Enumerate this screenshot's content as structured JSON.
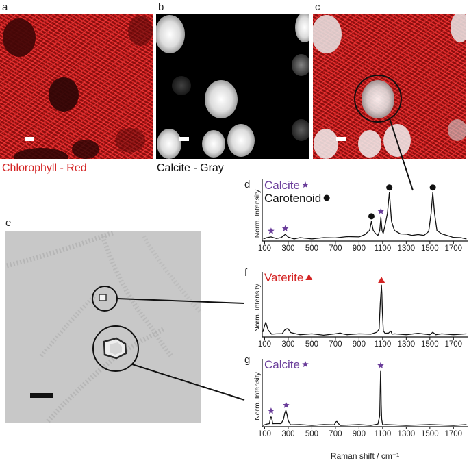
{
  "panels": {
    "a": {
      "label": "a",
      "caption": "Chlorophyll - Red"
    },
    "b": {
      "label": "b",
      "caption": "Calcite - Gray"
    },
    "c": {
      "label": "c"
    },
    "d": {
      "label": "d"
    },
    "e": {
      "label": "e"
    },
    "f": {
      "label": "f"
    },
    "g": {
      "label": "g"
    }
  },
  "colors": {
    "chlorophyll_red": "#d42424",
    "calcite_purple": "#6a3d9a",
    "vaterite_red": "#d42424",
    "carotenoid_black": "#111111",
    "line": "#111111",
    "micrograph_bg": "#c7c7c7"
  },
  "chart_data": [
    {
      "type": "line",
      "panel": "d",
      "legend": [
        {
          "text": "Calcite",
          "marker": "star",
          "color": "#6a3d9a"
        },
        {
          "text": "Carotenoid",
          "marker": "circle",
          "color": "#111111"
        }
      ],
      "ylabel": "Norm. Intensity",
      "xlim": [
        80,
        1820
      ],
      "ticks": [
        100,
        300,
        500,
        700,
        900,
        1100,
        1300,
        1500,
        1700
      ],
      "x": [
        90,
        120,
        155,
        175,
        200,
        240,
        275,
        300,
        350,
        400,
        500,
        600,
        700,
        800,
        900,
        950,
        990,
        1005,
        1020,
        1040,
        1060,
        1075,
        1085,
        1095,
        1105,
        1120,
        1140,
        1157,
        1175,
        1200,
        1250,
        1300,
        1350,
        1400,
        1450,
        1490,
        1510,
        1525,
        1540,
        1560,
        1600,
        1650,
        1700,
        1760,
        1810
      ],
      "y": [
        0.05,
        0.06,
        0.09,
        0.06,
        0.06,
        0.06,
        0.14,
        0.07,
        0.05,
        0.06,
        0.05,
        0.06,
        0.07,
        0.08,
        0.09,
        0.12,
        0.22,
        0.38,
        0.22,
        0.14,
        0.12,
        0.2,
        0.48,
        0.2,
        0.16,
        0.3,
        0.55,
        0.95,
        0.4,
        0.2,
        0.15,
        0.13,
        0.12,
        0.12,
        0.12,
        0.18,
        0.55,
        0.95,
        0.55,
        0.2,
        0.15,
        0.1,
        0.08,
        0.06,
        0.05
      ],
      "markers": [
        {
          "x": 155,
          "y": 0.09,
          "kind": "star"
        },
        {
          "x": 275,
          "y": 0.14,
          "kind": "star"
        },
        {
          "x": 1005,
          "y": 0.38,
          "kind": "circle"
        },
        {
          "x": 1085,
          "y": 0.48,
          "kind": "star"
        },
        {
          "x": 1157,
          "y": 0.95,
          "kind": "circle"
        },
        {
          "x": 1525,
          "y": 0.95,
          "kind": "circle"
        }
      ]
    },
    {
      "type": "line",
      "panel": "f",
      "legend": [
        {
          "text": "Vaterite",
          "marker": "triangle",
          "color": "#d42424"
        }
      ],
      "ylabel": "Norm. Intensity",
      "xlim": [
        80,
        1820
      ],
      "ticks": [
        100,
        300,
        500,
        700,
        900,
        1100,
        1300,
        1500,
        1700
      ],
      "x": [
        85,
        100,
        110,
        130,
        160,
        200,
        250,
        270,
        290,
        300,
        320,
        350,
        400,
        500,
        600,
        700,
        740,
        760,
        800,
        900,
        1000,
        1050,
        1070,
        1080,
        1086,
        1090,
        1094,
        1098,
        1106,
        1120,
        1150,
        1170,
        1180,
        1200,
        1300,
        1400,
        1500,
        1525,
        1550,
        1600,
        1700,
        1810
      ],
      "y": [
        0.1,
        0.2,
        0.28,
        0.12,
        0.06,
        0.05,
        0.07,
        0.12,
        0.16,
        0.14,
        0.09,
        0.06,
        0.05,
        0.05,
        0.04,
        0.05,
        0.08,
        0.05,
        0.05,
        0.05,
        0.06,
        0.08,
        0.15,
        0.62,
        0.82,
        0.95,
        0.8,
        0.45,
        0.12,
        0.06,
        0.08,
        0.1,
        0.06,
        0.05,
        0.05,
        0.06,
        0.05,
        0.08,
        0.05,
        0.05,
        0.05,
        0.05
      ],
      "markers": [
        {
          "x": 1090,
          "y": 0.95,
          "kind": "triangle"
        }
      ]
    },
    {
      "type": "line",
      "panel": "g",
      "legend": [
        {
          "text": "Calcite",
          "marker": "star",
          "color": "#6a3d9a"
        }
      ],
      "ylabel": "Norm. Intensity",
      "xlabel": "Raman shift / cm⁻¹",
      "xlim": [
        80,
        1820
      ],
      "ticks": [
        100,
        300,
        500,
        700,
        900,
        1100,
        1300,
        1500,
        1700
      ],
      "x": [
        85,
        120,
        140,
        150,
        155,
        160,
        170,
        200,
        240,
        260,
        270,
        280,
        290,
        300,
        320,
        400,
        500,
        600,
        690,
        705,
        712,
        720,
        740,
        900,
        1000,
        1060,
        1075,
        1080,
        1083,
        1085,
        1088,
        1092,
        1100,
        1130,
        1300,
        1500,
        1700,
        1810
      ],
      "y": [
        0.03,
        0.04,
        0.06,
        0.14,
        0.18,
        0.14,
        0.06,
        0.05,
        0.06,
        0.12,
        0.24,
        0.28,
        0.22,
        0.1,
        0.04,
        0.03,
        0.03,
        0.03,
        0.04,
        0.08,
        0.1,
        0.06,
        0.03,
        0.03,
        0.03,
        0.04,
        0.2,
        0.7,
        0.98,
        0.85,
        0.4,
        0.12,
        0.04,
        0.03,
        0.03,
        0.03,
        0.03,
        0.03
      ],
      "markers": [
        {
          "x": 155,
          "y": 0.18,
          "kind": "star"
        },
        {
          "x": 282,
          "y": 0.28,
          "kind": "star"
        },
        {
          "x": 1083,
          "y": 0.98,
          "kind": "star"
        }
      ]
    }
  ]
}
